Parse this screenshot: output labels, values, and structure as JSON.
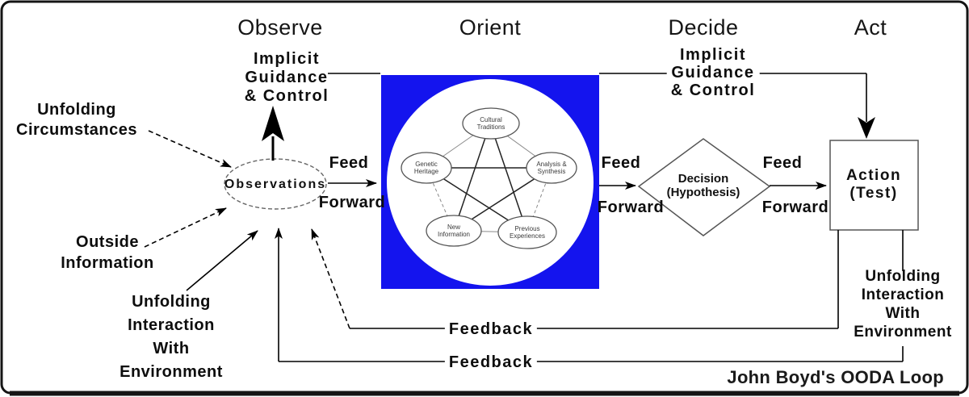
{
  "credit": "John Boyd's OODA Loop",
  "headers": {
    "observe": "Observe",
    "orient": "Orient",
    "decide": "Decide",
    "act": "Act"
  },
  "labels": {
    "implicit_guidance": "Implicit\nGuidance\n& Control",
    "unfolding_circumstances": "Unfolding\nCircumstances",
    "outside_information": "Outside\nInformation",
    "unfolding_interaction": "Unfolding\nInteraction\nWith\nEnvironment",
    "feed": "Feed",
    "forward": "Forward",
    "feedback": "Feedback"
  },
  "nodes": {
    "observations": "Observations",
    "decision": "Decision\n(Hypothesis)",
    "action": "Action\n(Test)",
    "orient_elements": [
      {
        "id": "cultural-traditions",
        "label": "Cultural\nTraditions"
      },
      {
        "id": "genetic-heritage",
        "label": "Genetic\nHeritage"
      },
      {
        "id": "analysis-synthesis",
        "label": "Analysis &\nSynthesis"
      },
      {
        "id": "new-information",
        "label": "New\nInformation"
      },
      {
        "id": "previous-experiences",
        "label": "Previous\nExperiences"
      }
    ]
  },
  "colors": {
    "orient_box": "#1414ee",
    "line": "#000000",
    "frame": "#151515"
  }
}
